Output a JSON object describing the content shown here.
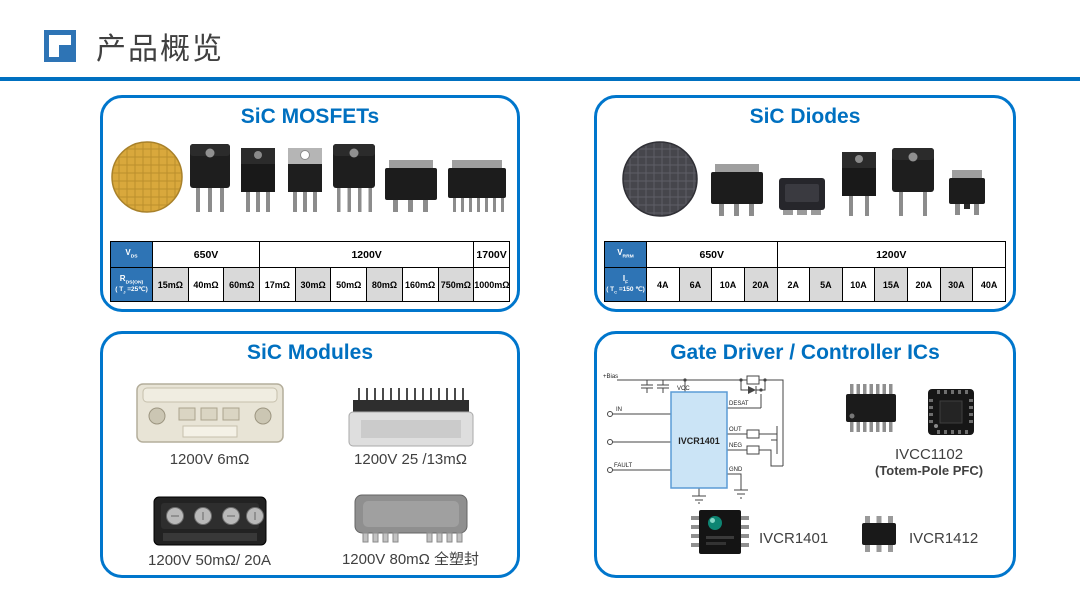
{
  "page": {
    "title": "产品概览"
  },
  "mosfets": {
    "title": "SiC MOSFETs",
    "table": {
      "row1_label": {
        "main": "V",
        "sub": "DS"
      },
      "groups": [
        {
          "label": "650V"
        },
        {
          "label": "1200V"
        },
        {
          "label": "1700V"
        }
      ],
      "row2_label": {
        "main": "R",
        "sub": "DS(ON)",
        "note_pre": "( T",
        "note_sub": "J",
        "note_post": " =25℃)"
      },
      "values": [
        "15mΩ",
        "40mΩ",
        "60mΩ",
        "17mΩ",
        "30mΩ",
        "50mΩ",
        "80mΩ",
        "160mΩ",
        "750mΩ",
        "1000mΩ"
      ]
    }
  },
  "diodes": {
    "title": "SiC Diodes",
    "table": {
      "row1_label": {
        "main": "V",
        "sub": "RRM"
      },
      "groups": [
        {
          "label": "650V"
        },
        {
          "label": "1200V"
        }
      ],
      "row2_label": {
        "main": "I",
        "sub": "F",
        "note_pre": "( T",
        "note_sub": "C",
        "note_post": " =150 ℃)"
      },
      "values": [
        "4A",
        "6A",
        "10A",
        "20A",
        "2A",
        "5A",
        "10A",
        "15A",
        "20A",
        "30A",
        "40A"
      ]
    }
  },
  "modules": {
    "title": "SiC Modules",
    "items": [
      {
        "caption": "1200V 6mΩ"
      },
      {
        "caption": "1200V 25 /13mΩ"
      },
      {
        "caption": "1200V 50mΩ/ 20A"
      },
      {
        "caption": "1200V 80mΩ 全塑封"
      }
    ]
  },
  "drivers": {
    "title": "Gate Driver / Controller ICs",
    "schematic": {
      "chip": "IVCR1401",
      "labels": {
        "bias": "+Bias",
        "vcc": "VCC",
        "desat": "DESAT",
        "out": "OUT",
        "neg": "NEG",
        "gnd": "GND",
        "in": "IN",
        "fault": "FAULT"
      }
    },
    "parts": [
      {
        "name": "IVCC1102",
        "note": "(Totem-Pole PFC)"
      },
      {
        "name": "IVCR1401"
      },
      {
        "name": "IVCR1412"
      }
    ]
  }
}
